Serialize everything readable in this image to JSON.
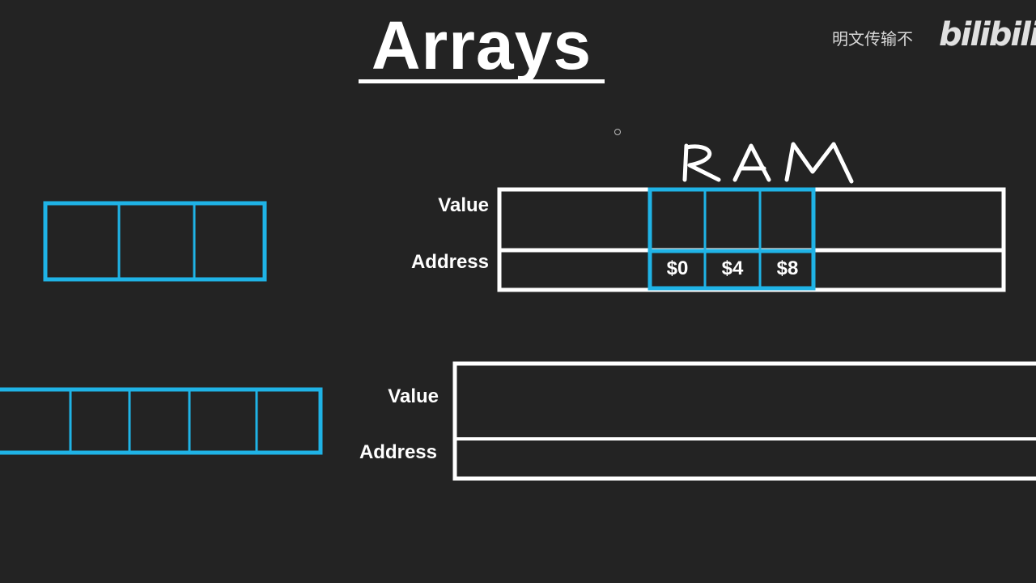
{
  "title": "Arrays",
  "watermark": {
    "text": "明文传输不",
    "brand": "bilibili"
  },
  "ram_label": "RAM",
  "ram_table": {
    "value_label": "Value",
    "address_label": "Address",
    "addresses": [
      "$0",
      "$4",
      "$8"
    ]
  },
  "lower_table": {
    "value_label": "Value",
    "address_label": "Address"
  },
  "colors": {
    "background": "#232323",
    "array_outline": "#1fb3e6",
    "table_outline": "#ffffff",
    "text": "#ffffff"
  }
}
